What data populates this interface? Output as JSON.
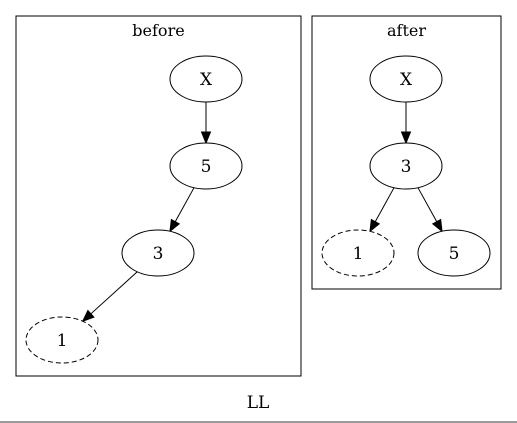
{
  "graph_label": "LL",
  "clusters": [
    {
      "id": "before",
      "label": "before",
      "nodes": [
        {
          "id": "bx",
          "label": "X",
          "dashed": false
        },
        {
          "id": "b5",
          "label": "5",
          "dashed": false
        },
        {
          "id": "b3",
          "label": "3",
          "dashed": false
        },
        {
          "id": "b1",
          "label": "1",
          "dashed": true
        }
      ],
      "edges": [
        {
          "from": "bx",
          "to": "b5"
        },
        {
          "from": "b5",
          "to": "b3"
        },
        {
          "from": "b3",
          "to": "b1"
        }
      ]
    },
    {
      "id": "after",
      "label": "after",
      "nodes": [
        {
          "id": "ax",
          "label": "X",
          "dashed": false
        },
        {
          "id": "a3",
          "label": "3",
          "dashed": false
        },
        {
          "id": "a1",
          "label": "1",
          "dashed": true
        },
        {
          "id": "a5",
          "label": "5",
          "dashed": false
        }
      ],
      "edges": [
        {
          "from": "ax",
          "to": "a3"
        },
        {
          "from": "a3",
          "to": "a1"
        },
        {
          "from": "a3",
          "to": "a5"
        }
      ]
    }
  ]
}
